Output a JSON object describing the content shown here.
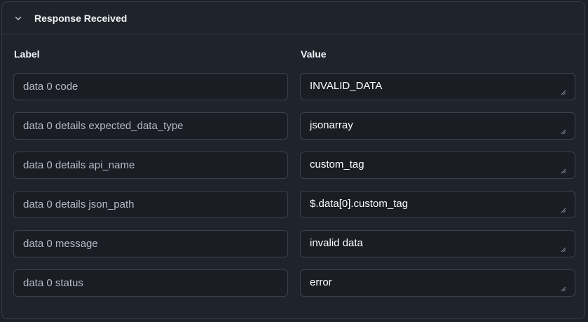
{
  "panel": {
    "title": "Response Received",
    "collapse_icon": "chevron-down-icon"
  },
  "columns": {
    "label": "Label",
    "value": "Value"
  },
  "rows": [
    {
      "label": "data 0 code",
      "value": "INVALID_DATA"
    },
    {
      "label": "data 0 details expected_data_type",
      "value": "jsonarray"
    },
    {
      "label": "data 0 details api_name",
      "value": "custom_tag"
    },
    {
      "label": "data 0 details json_path",
      "value": "$.data[0].custom_tag"
    },
    {
      "label": "data 0 message",
      "value": "invalid data"
    },
    {
      "label": "data 0 status",
      "value": "error"
    }
  ],
  "colors": {
    "background": "#1c2027",
    "panel": "#1f242c",
    "border": "#363c46",
    "field_background": "#1a1e24",
    "label_text": "#b4bac4",
    "value_text": "#ffffff"
  }
}
